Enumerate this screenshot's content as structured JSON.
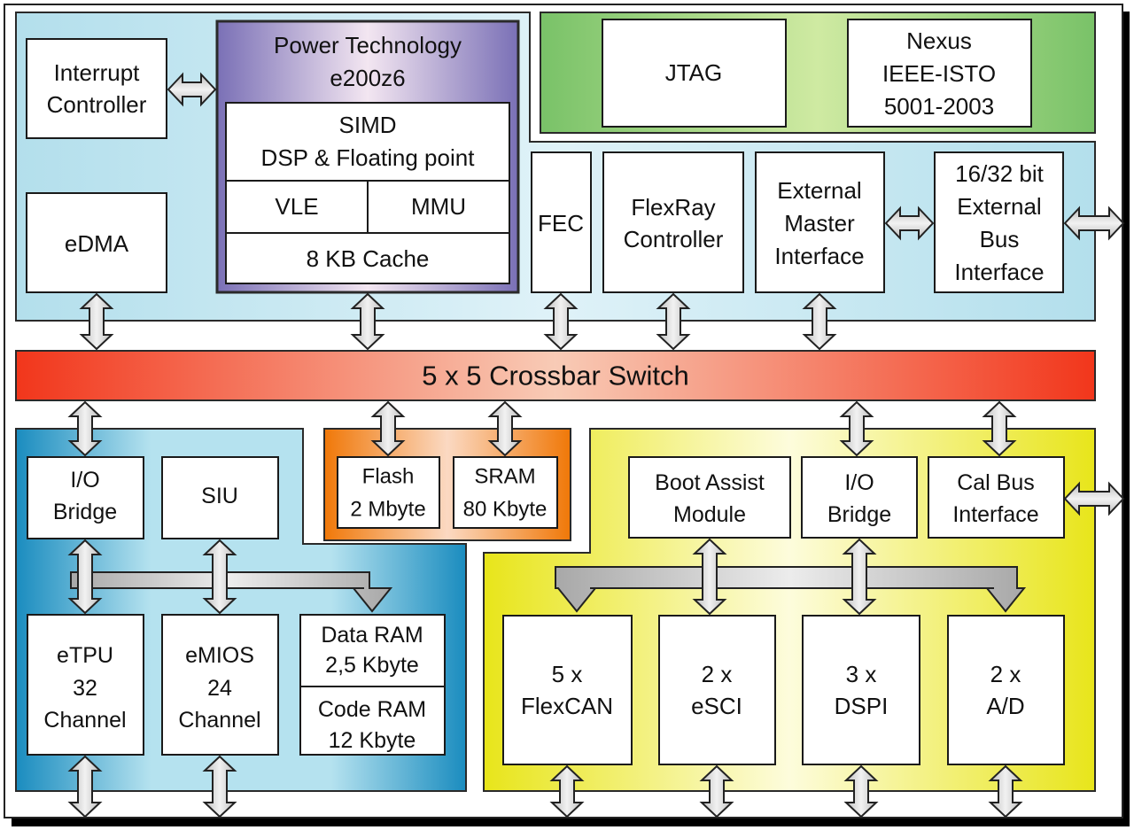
{
  "diagram": {
    "title": "MPC5567-style microcontroller block diagram",
    "colors": {
      "frame_border": "#222222",
      "frame_shadow": "#000000",
      "top_region": "#b9e2ee",
      "core_region_edge": "#7c72b8",
      "core_region_center": "#f2e4f0",
      "debug_region_edge": "#7cc36a",
      "debug_region_center": "#cbe8a4",
      "crossbar_edge": "#f23a1e",
      "crossbar_center": "#f8c8b4",
      "io_region_edge": "#1b8fc0",
      "io_region_center": "#cfeef5",
      "memory_region_edge": "#f07a0a",
      "memory_region_center": "#fbd6bc",
      "periph_region_edge": "#e6e41a",
      "periph_region_center": "#fcfbd8",
      "arrow_fill": "#d7d7d7",
      "bus_fill": "#c4c4c4"
    },
    "top_region": {
      "interrupt_controller": [
        "Interrupt",
        "Controller"
      ],
      "edma": [
        "eDMA"
      ],
      "core": {
        "title": [
          "Power Technology",
          "e200z6"
        ],
        "simd": [
          "SIMD",
          "DSP & Floating point"
        ],
        "vle": "VLE",
        "mmu": "MMU",
        "cache": "8 KB Cache"
      },
      "fec": [
        "FEC"
      ],
      "flexray": [
        "FlexRay",
        "Controller"
      ],
      "external_master": [
        "External",
        "Master",
        "Interface"
      ],
      "external_bus": [
        "16/32 bit",
        "External",
        "Bus",
        "Interface"
      ]
    },
    "debug_region": {
      "jtag": [
        "JTAG"
      ],
      "nexus": [
        "Nexus",
        "IEEE-ISTO",
        "5001-2003"
      ]
    },
    "crossbar": {
      "label": "5 x 5 Crossbar Switch"
    },
    "io_region": {
      "io_bridge": [
        "I/O",
        "Bridge"
      ],
      "siu": [
        "SIU"
      ],
      "etpu": [
        "eTPU",
        "32",
        "Channel"
      ],
      "emios": [
        "eMIOS",
        "24",
        "Channel"
      ],
      "data_ram": [
        "Data RAM",
        "2,5 Kbyte"
      ],
      "code_ram": [
        "Code RAM",
        "12 Kbyte"
      ]
    },
    "memory_region": {
      "flash": [
        "Flash",
        "2 Mbyte"
      ],
      "sram": [
        "SRAM",
        "80 Kbyte"
      ]
    },
    "periph_region": {
      "boot_assist": [
        "Boot Assist",
        "Module"
      ],
      "io_bridge": [
        "I/O",
        "Bridge"
      ],
      "cal_bus": [
        "Cal Bus",
        "Interface"
      ],
      "flexcan": [
        "5 x",
        "FlexCAN"
      ],
      "esci": [
        "2 x",
        "eSCI"
      ],
      "dspi": [
        "3 x",
        "DSPI"
      ],
      "adc": [
        "2 x",
        "A/D"
      ]
    }
  }
}
